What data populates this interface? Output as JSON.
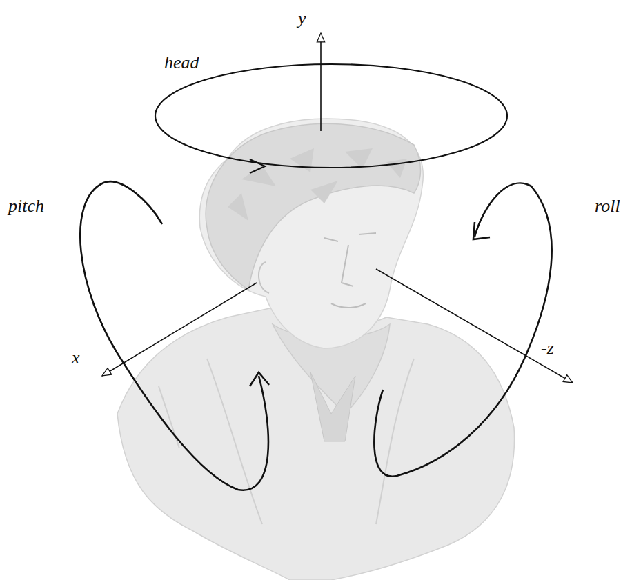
{
  "diagram": {
    "labels": [
      "y",
      "head",
      "pitch",
      "roll",
      "x",
      "-z"
    ]
  }
}
